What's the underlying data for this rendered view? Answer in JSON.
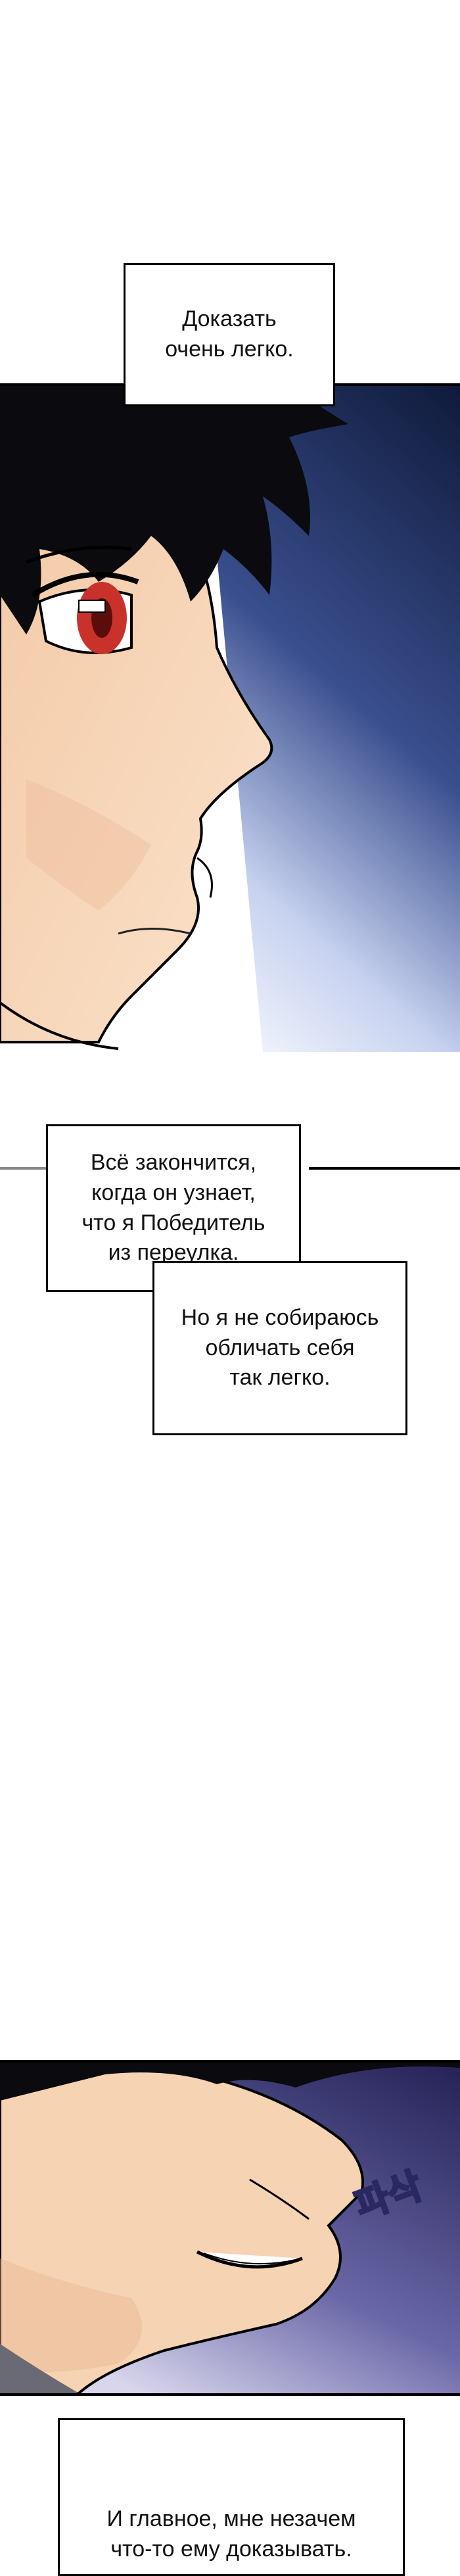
{
  "captions": {
    "c1": "Доказать\nочень легко.",
    "c2": "Всё закончится,\nкогда он узнает,\nчто я Победитель\nиз переулка.",
    "c3": "Но я не собираюсь\nобличать себя\nтак легко.",
    "c4": "И главное, мне незачем\nчто-то ему доказывать."
  },
  "sfx": {
    "text": "파삭"
  },
  "colors": {
    "panel_border": "#000000",
    "sky_dark": "#0f1a3a",
    "sky_light": "#e9eefb",
    "skin": "#f6d3b3",
    "skin_shadow": "#e9b58f",
    "hair": "#0a0a0f",
    "eye": "#c8322a",
    "sky2_dark": "#232154",
    "sky2_light": "#d8d6ec",
    "shirt": "#6a6a74"
  }
}
